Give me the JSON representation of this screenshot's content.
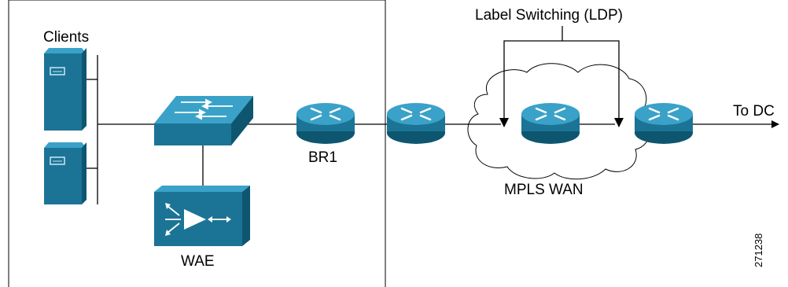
{
  "labels": {
    "clients": "Clients",
    "wae": "WAE",
    "br1": "BR1",
    "mpls_wan": "MPLS WAN",
    "label_switching": "Label Switching (LDP)",
    "to_dc": "To DC",
    "figure_id": "271238"
  },
  "icons": {
    "client_1": "server-tower-icon",
    "client_2": "server-tower-icon",
    "switch": "workgroup-switch-icon",
    "wae": "wae-appliance-icon",
    "br1_router": "router-icon",
    "pe_router_left": "router-icon",
    "p_router_core": "router-icon",
    "pe_router_right": "router-icon",
    "mpls_cloud": "cloud-icon"
  },
  "colors": {
    "device_fill": "#1b7496",
    "device_top": "#3aa2c8",
    "device_shade": "#0e5670",
    "line": "#000000"
  }
}
